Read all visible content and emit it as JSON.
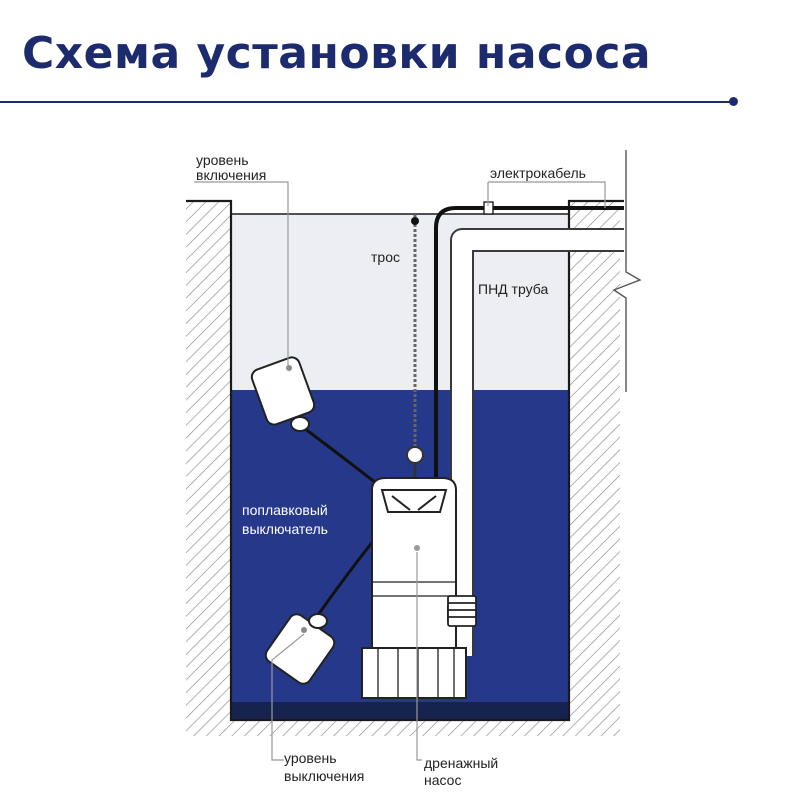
{
  "title": "Схема установки насоса",
  "labels": {
    "on_level": [
      "уровень",
      "включения"
    ],
    "cable": "электрокабель",
    "rope": "трос",
    "pipe": "ПНД труба",
    "float_switch": [
      "поплавковый",
      "выключатель"
    ],
    "off_level": [
      "уровень",
      "выключения"
    ],
    "pump": [
      "дренажный",
      "насос"
    ]
  },
  "colors": {
    "brand": "#1c2a6e",
    "water": "#263889",
    "air": "#eceef3",
    "line": "#1a1a1a"
  }
}
